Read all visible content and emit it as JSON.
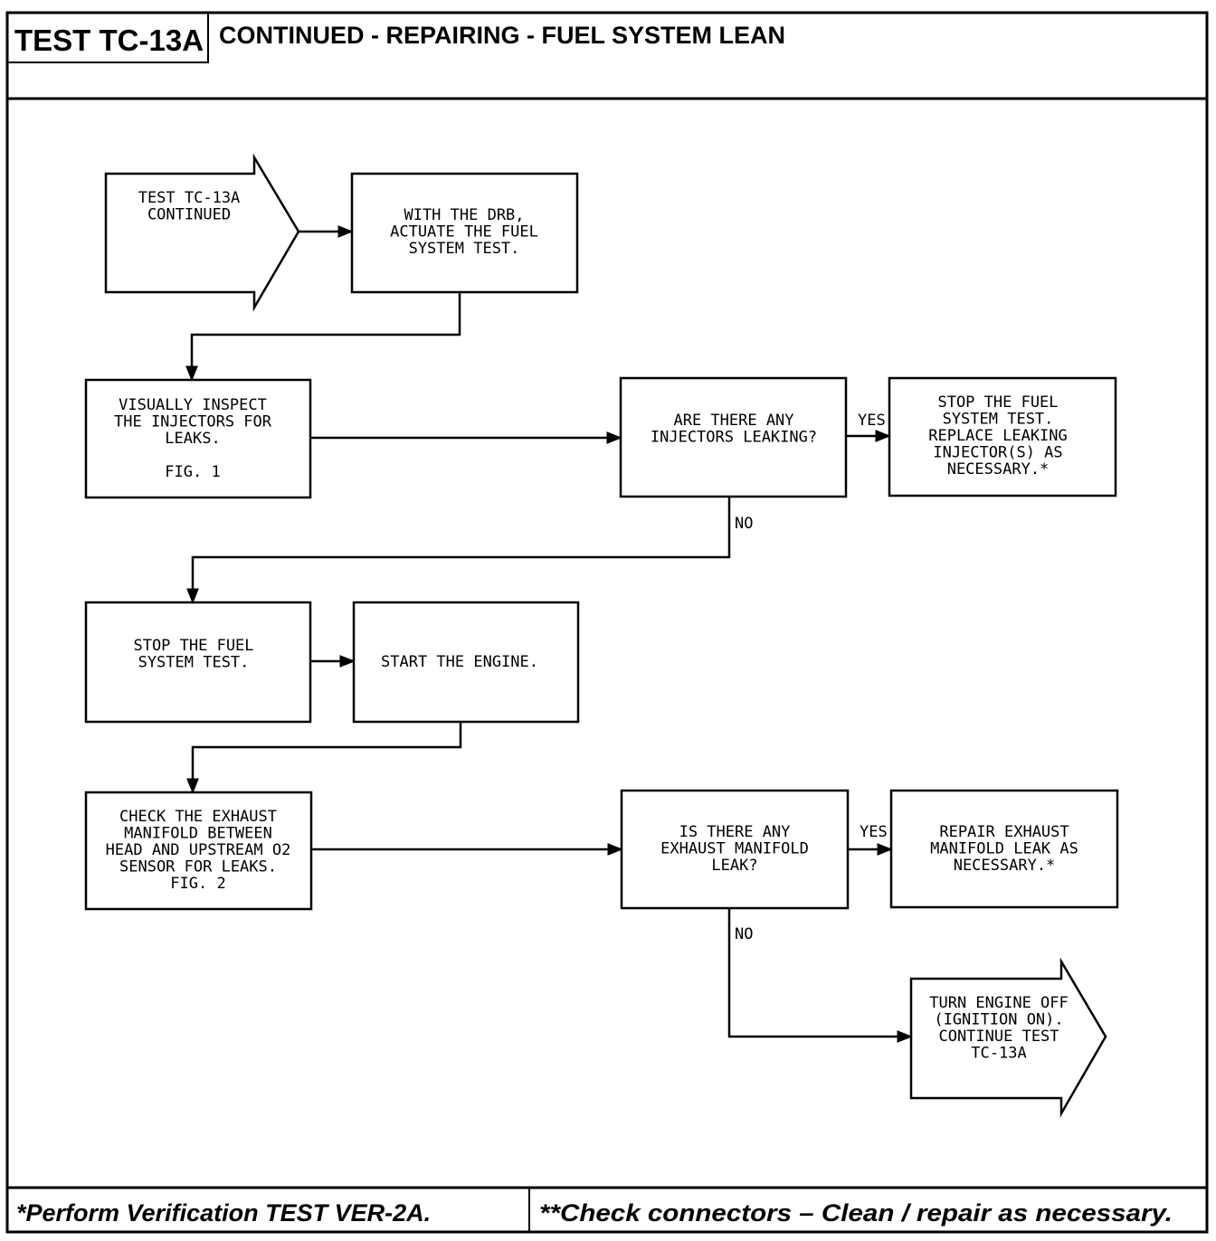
{
  "header": {
    "test_id": "TEST TC-13A",
    "title": "CONTINUED -  REPAIRING - FUEL SYSTEM LEAN"
  },
  "nodes": {
    "start": [
      "TEST TC-13A",
      "CONTINUED"
    ],
    "actuate": [
      "WITH THE DRB,",
      "ACTUATE THE FUEL",
      "SYSTEM TEST."
    ],
    "inspect": [
      "VISUALLY INSPECT",
      "THE INJECTORS FOR",
      "LEAKS.",
      "",
      "FIG. 1"
    ],
    "injectors_leaking": [
      "ARE THERE ANY",
      "INJECTORS LEAKING?"
    ],
    "replace_injector": [
      "STOP THE FUEL",
      "SYSTEM TEST.",
      "REPLACE LEAKING",
      "INJECTOR(S) AS",
      "NECESSARY.*"
    ],
    "stop_test": [
      "STOP THE FUEL",
      "SYSTEM TEST."
    ],
    "start_engine": [
      "START THE ENGINE."
    ],
    "check_manifold": [
      "CHECK THE EXHAUST",
      "MANIFOLD BETWEEN",
      "HEAD AND UPSTREAM O2",
      "SENSOR FOR LEAKS.",
      "FIG. 2"
    ],
    "manifold_leak": [
      "IS THERE ANY",
      "EXHAUST MANIFOLD",
      "LEAK?"
    ],
    "repair_manifold": [
      "REPAIR EXHAUST",
      "MANIFOLD LEAK AS",
      "NECESSARY.*"
    ],
    "continue_test": [
      "TURN ENGINE OFF",
      "(IGNITION ON).",
      "CONTINUE TEST",
      "TC-13A"
    ]
  },
  "branches": {
    "yes_1": "YES",
    "no_1": "NO",
    "yes_2": "YES",
    "no_2": "NO"
  },
  "footer": {
    "left": "*Perform Verification TEST VER-2A.",
    "right": "**Check connectors – Clean / repair as necessary."
  }
}
